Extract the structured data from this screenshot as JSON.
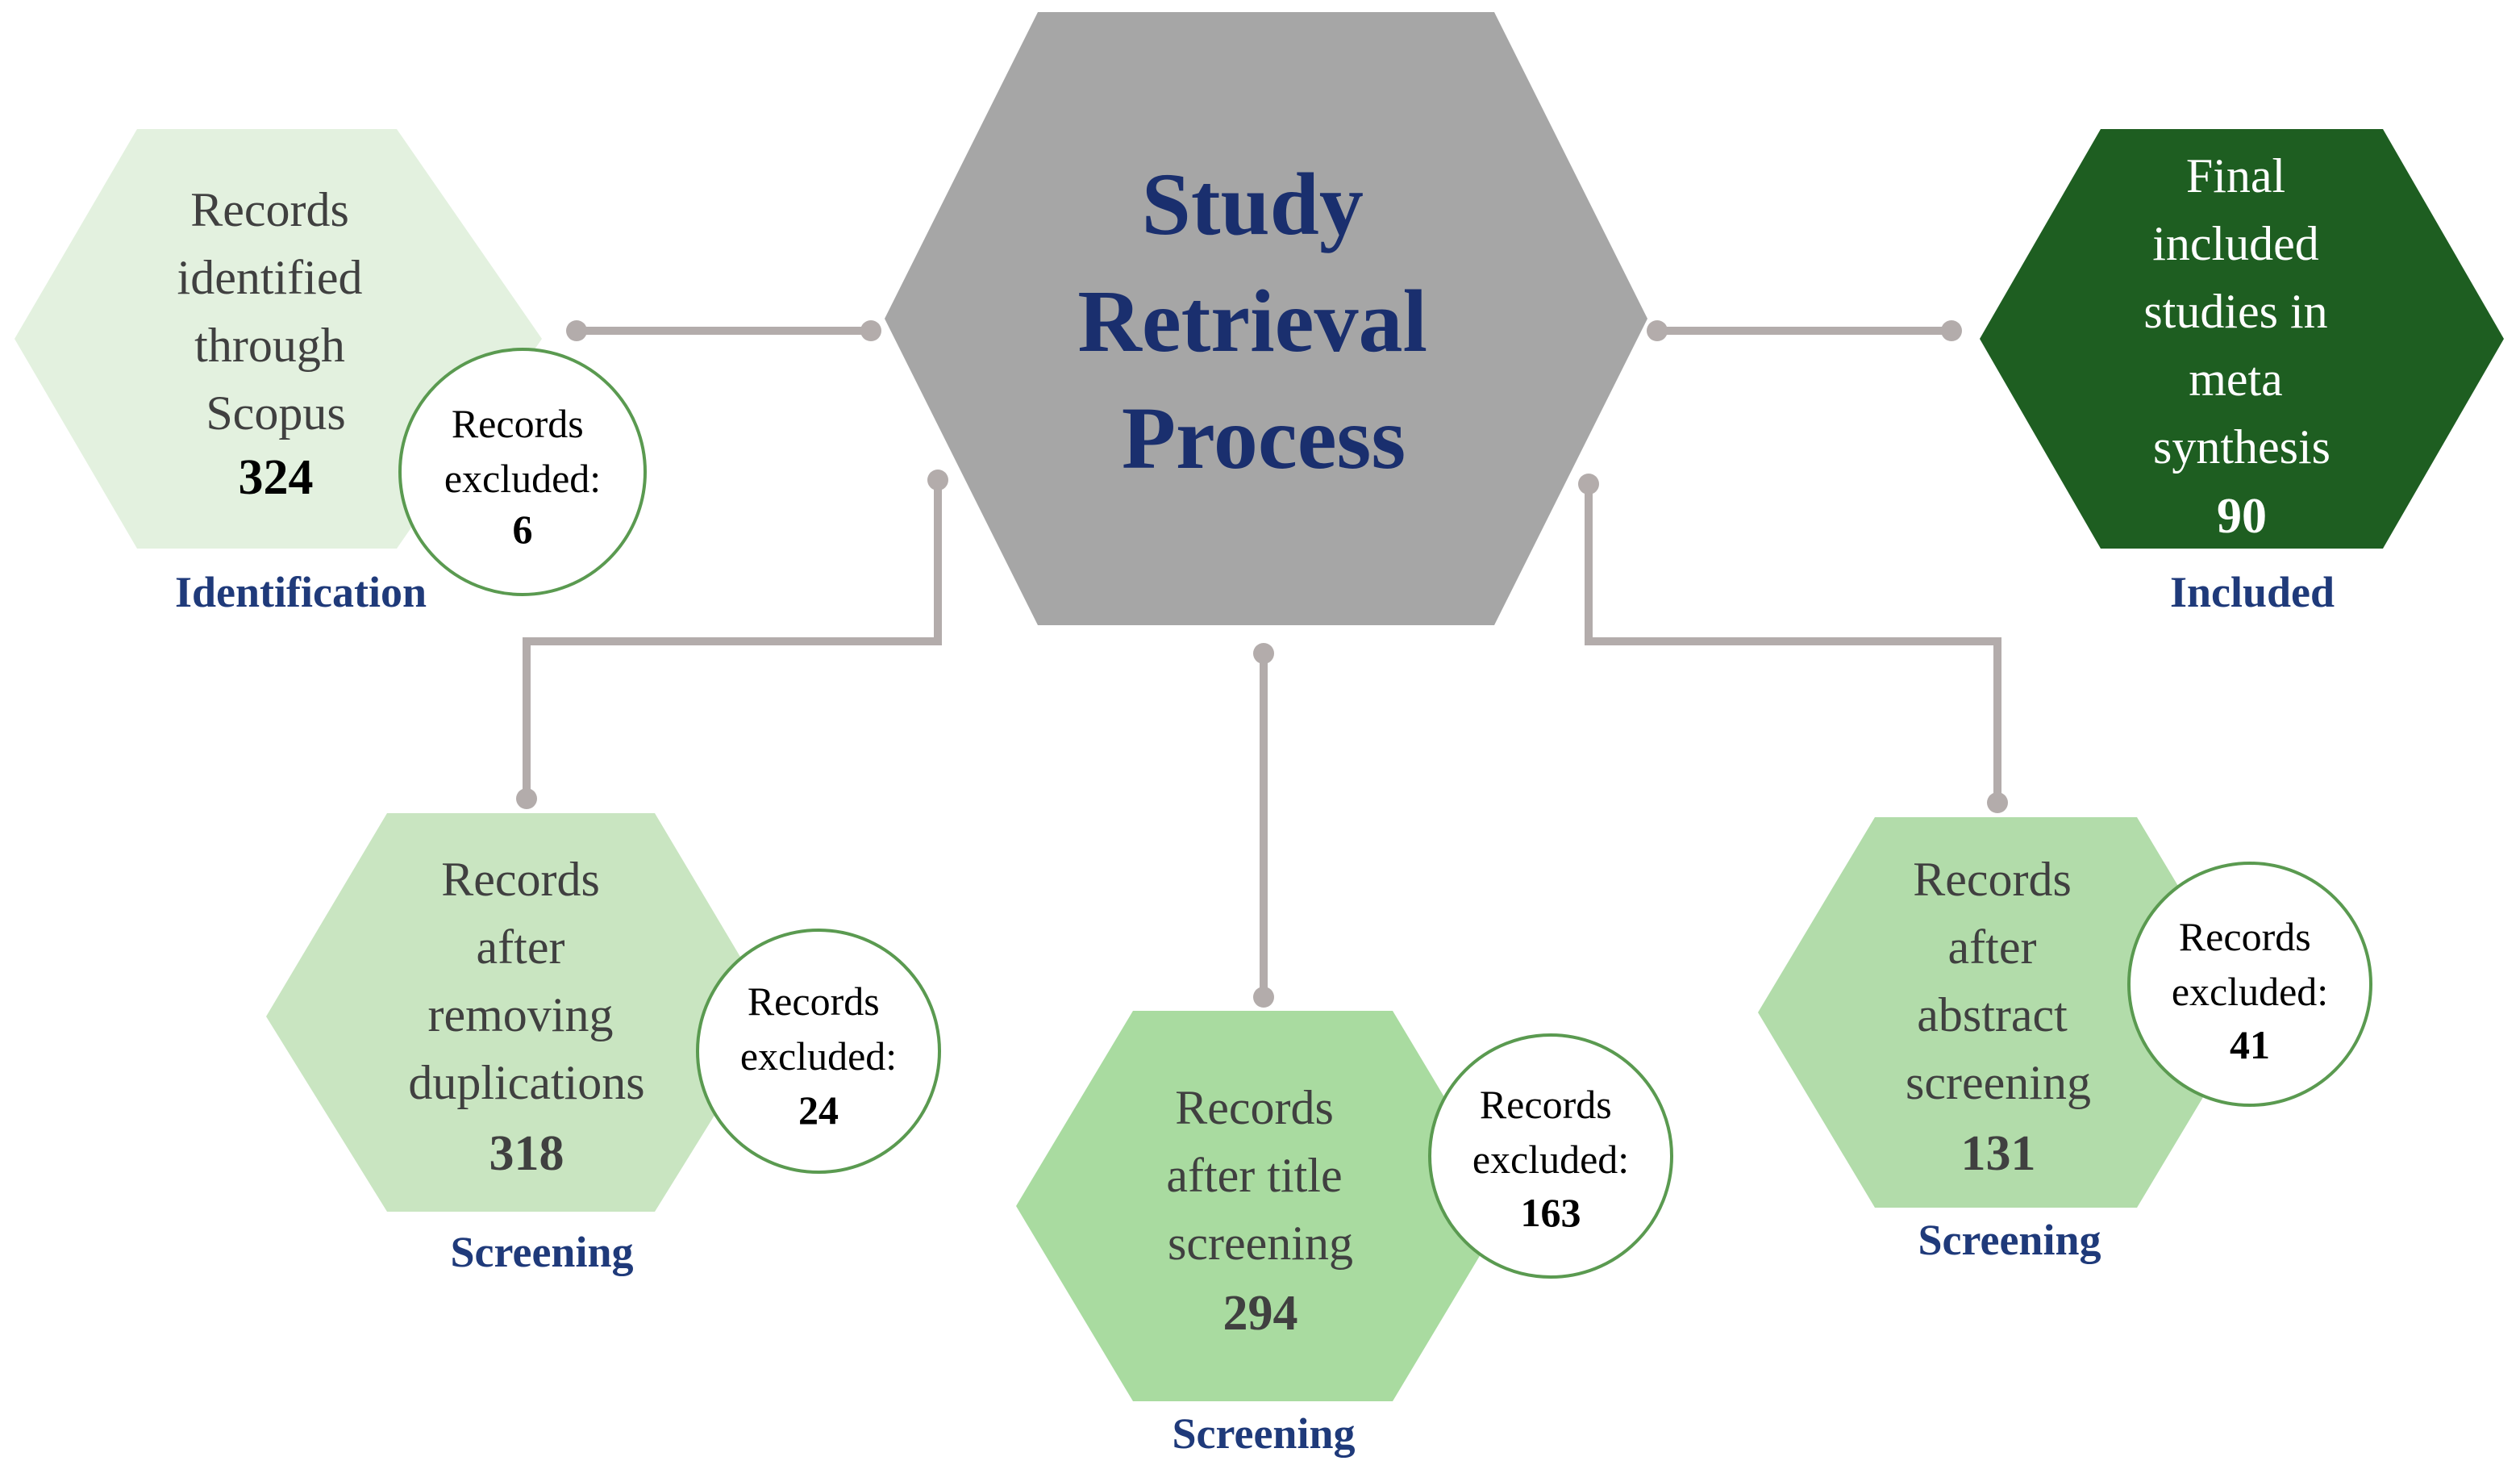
{
  "title": {
    "lines": [
      "Study",
      "Retrieval",
      "Process"
    ]
  },
  "identification": {
    "box_lines": [
      "Records",
      "identified",
      "through",
      "Scopus"
    ],
    "count": "324",
    "excluded_lines": [
      "Records",
      "excluded:"
    ],
    "excluded_count": "6",
    "stage": "Identification"
  },
  "dedup": {
    "box_lines": [
      "Records",
      "after",
      "removing",
      "duplications"
    ],
    "count": "318",
    "excluded_lines": [
      "Records",
      "excluded:"
    ],
    "excluded_count": "24",
    "stage": "Screening"
  },
  "title_screen": {
    "box_lines": [
      "Records",
      "after title",
      "screening"
    ],
    "count": "294",
    "excluded_lines": [
      "Records",
      "excluded:"
    ],
    "excluded_count": "163",
    "stage": "Screening"
  },
  "abstract_screen": {
    "box_lines": [
      "Records",
      "after",
      "abstract",
      "screening"
    ],
    "count": "131",
    "excluded_lines": [
      "Records",
      "excluded:"
    ],
    "excluded_count": "41",
    "stage": "Screening"
  },
  "included": {
    "box_lines": [
      "Final",
      "included",
      "studies in",
      "meta",
      "synthesis"
    ],
    "count": "90",
    "stage": "Included"
  },
  "colors": {
    "center_fill": "#a6a6a6",
    "identification_fill": "#e3f1df",
    "dedup_fill": "#c9e5c1",
    "title_fill": "#a9dba0",
    "abstract_fill": "#b2dcaa",
    "included_fill": "#1e5e21",
    "circle_stroke": "#5a9a50",
    "connector": "#b3acab",
    "title_text": "#1a2f6e",
    "stage_text": "#1f3a7a"
  }
}
